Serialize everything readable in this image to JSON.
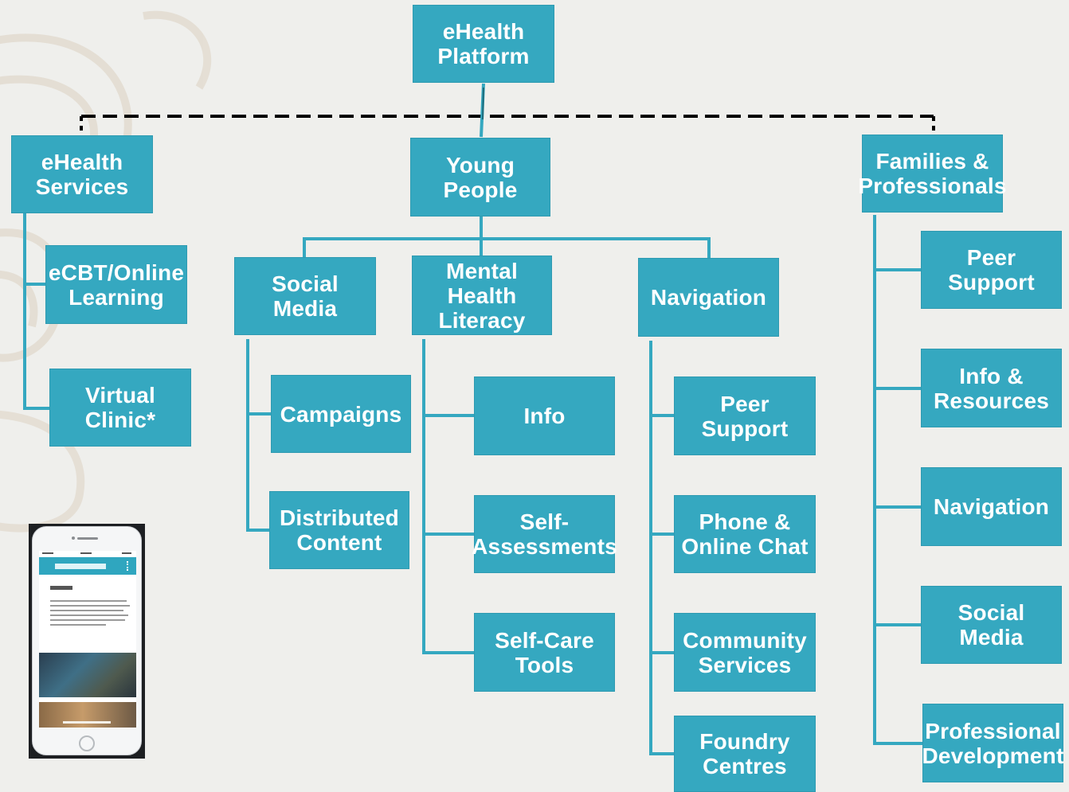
{
  "colors": {
    "node_fill": "#35a8c0",
    "node_text": "#ffffff",
    "connector": "#35a8c0",
    "dashed_connector": "#000000",
    "background": "#efefec"
  },
  "root": {
    "label": "eHealth\nPlatform"
  },
  "branches": {
    "services": {
      "label": "eHealth\nServices",
      "children": [
        "eCBT/Online\nLearning",
        "Virtual\nClinic*"
      ]
    },
    "young_people": {
      "label": "Young\nPeople",
      "groups": {
        "social_media": {
          "label": "Social\nMedia",
          "children": [
            "Campaigns",
            "Distributed\nContent"
          ]
        },
        "mental_health_literacy": {
          "label": "Mental Health\nLiteracy",
          "children": [
            "Info",
            "Self-\nAssessments",
            "Self-Care\nTools"
          ]
        },
        "navigation": {
          "label": "Navigation",
          "children": [
            "Peer\nSupport",
            "Phone &\nOnline Chat",
            "Community\nServices",
            "Foundry\nCentres"
          ]
        }
      }
    },
    "families": {
      "label": "Families &\nProfessionals",
      "children": [
        "Peer\nSupport",
        "Info &\nResources",
        "Navigation",
        "Social\nMedia",
        "Professional\nDevelopment"
      ]
    }
  },
  "phone_mockup": {
    "icon": "smartphone-screenshot-icon"
  }
}
